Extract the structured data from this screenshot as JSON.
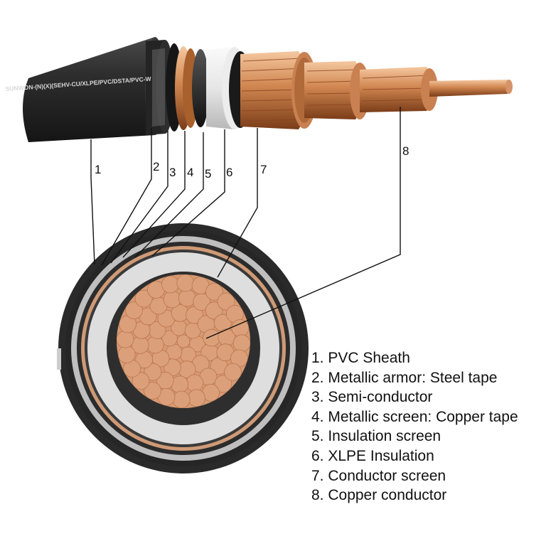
{
  "callouts": [
    "1",
    "2",
    "3",
    "4",
    "5",
    "6",
    "7",
    "8"
  ],
  "jacket_print": "SUNWON-(N)(X)(SEHV-CU/XLPE/PVC/DSTA/PVC-W",
  "legend": [
    "1. PVC Sheath",
    "2. Metallic armor: Steel tape",
    "3. Semi-conductor",
    "4. Metallic screen: Copper tape",
    "5. Insulation screen",
    "6. XLPE Insulation",
    "7. Conductor screen",
    "8. Copper conductor"
  ],
  "colors": {
    "sheath": "#2b2b2b",
    "insulation": "#dcdcdc",
    "copper": "#d49a74",
    "copper_dark": "#a4582a",
    "semi_conductor": "#1c1c1c"
  }
}
